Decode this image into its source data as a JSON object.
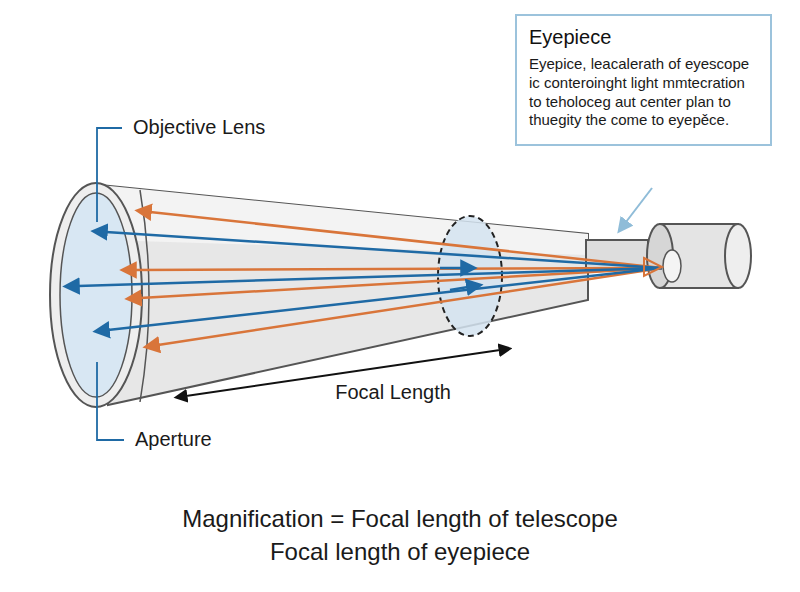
{
  "diagram": {
    "nodes": [
      {
        "text": [
          "Eyepiece",
          "Eyepice, leacalerath of eyescope ic conteroinght light mmtecration to teholoceg aut center plan to thuegity the come to eyepěce."
        ]
      }
    ],
    "labels": [
      "Objective Lens",
      "Aperture",
      "Focal Length",
      "Magnification = Focal length of telescope",
      "Focal length of eyepiece"
    ]
  }
}
